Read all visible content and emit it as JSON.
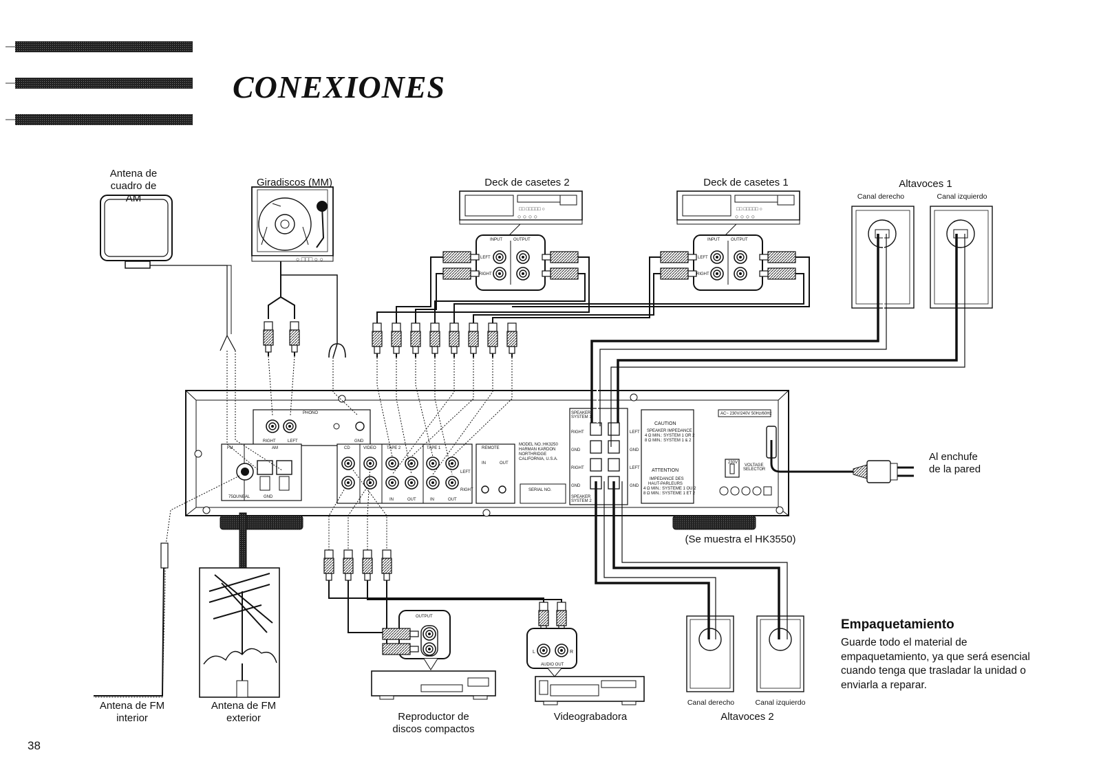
{
  "header": {
    "title": "CONEXIONES"
  },
  "labels": {
    "am_antenna": "Antena de\ncuadro de AM",
    "turntable": "Giradiscos (MM)",
    "deck2": "Deck de casetes 2",
    "deck1": "Deck de casetes 1",
    "speakers1": "Altavoces 1",
    "speakers1_right": "Canal derecho",
    "speakers1_left": "Canal izquierdo",
    "wall_plug": "Al enchufe\nde la pared",
    "model_shown": "(Se muestra el HK3550)",
    "fm_indoor": "Antena de FM\ninterior",
    "fm_outdoor": "Antena de FM\nexterior",
    "cd_player": "Reproductor de\ndiscos compactos",
    "vcr": "Videograbadora",
    "speakers2_right": "Canal derecho",
    "speakers2_left": "Canal izquierdo",
    "speakers2": "Altavoces 2"
  },
  "packing": {
    "title": "Empaquetamiento",
    "body": "Guarde todo el material de empaquetamiento, ya que será esencial cuando tenga que trasladar la unidad o enviarla a reparar."
  },
  "page_number": "38",
  "panel_text": {
    "phono": "PHONO",
    "right": "RIGHT",
    "left": "LEFT",
    "gnd": "GND",
    "fm": "FM",
    "am": "AM",
    "ohm75": "75ΩUNBAL",
    "cd": "CD",
    "video": "VIDEO",
    "tape2": "TAPE 2",
    "tape1": "TAPE 1",
    "in": "IN",
    "out": "OUT",
    "remote": "REMOTE",
    "model_block": "MODEL NO.:HK3250\nHARMAN KARDON\nNORTHRIDGE\nCALIFORNIA, U.S.A.",
    "serial": "SERIAL NO.",
    "speaker_system1": "SPEAKER\nSYSTEM 1",
    "speaker_system2": "SPEAKER\nSYSTEM 2",
    "caution": "CAUTION",
    "caution_lines": "SPEAKER IMPEDANCE\n4 Ω MIN.: SYSTEM 1 OR 2\n8 Ω MIN.: SYSTEM 1 & 2",
    "attention": "ATTENTION",
    "attention_lines": "IMPEDANCE DES\nHAUT-PARLEURS\n4 Ω MIN.: SYSTEME 1 OU 2\n8 Ω MIN.: SYSTEME 1 ET 2",
    "ac_rating": "AC~ 230V/240V 50Hz/60Hz",
    "voltage_selector": "VOLTAGE\nSELECTOR",
    "v230": "230V",
    "input": "INPUT",
    "output": "OUTPUT",
    "audio_out": "AUDIO OUT",
    "l": "L",
    "r": "R"
  }
}
